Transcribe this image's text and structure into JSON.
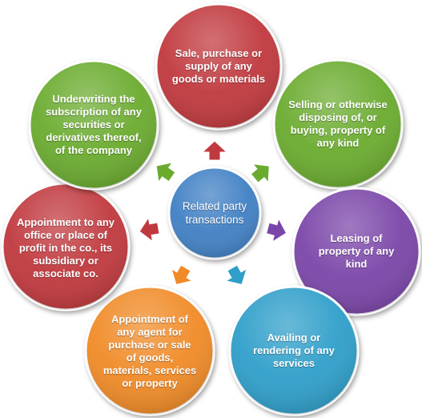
{
  "center": {
    "label": "Related party transactions",
    "color": "#3f80c4"
  },
  "nodes": [
    {
      "id": "sale",
      "label": "Sale, purchase or supply of any goods or materials",
      "color": "#c0393e"
    },
    {
      "id": "selling",
      "label": "Selling or otherwise disposing of, or buying, property of any kind",
      "color": "#6aab2e"
    },
    {
      "id": "leasing",
      "label": "Leasing of property of any kind",
      "color": "#7a45a8"
    },
    {
      "id": "availing",
      "label": "Availing or rendering of any services",
      "color": "#2f9ec9"
    },
    {
      "id": "agent",
      "label": "Appointment of any agent for purchase or sale of goods, materials, services or property",
      "color": "#f08a28"
    },
    {
      "id": "office",
      "label": "Appointment to any office or place of profit in the co., its subsidiary or associate co.",
      "color": "#c0393e"
    },
    {
      "id": "underwriting",
      "label": "Underwriting the subscription of any securities or derivatives thereof, of the company",
      "color": "#6aab2e"
    }
  ]
}
